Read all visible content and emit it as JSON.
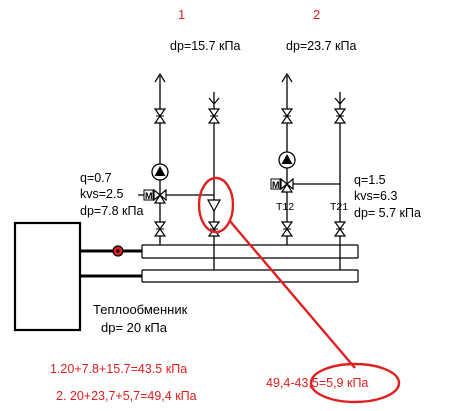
{
  "colors": {
    "line": "#000000",
    "accent": "#e02020",
    "background": "#ffffff"
  },
  "circuits": [
    {
      "number": "1",
      "dp": "dp=15.7 кПа"
    },
    {
      "number": "2",
      "dp": "dp=23.7 кПа"
    }
  ],
  "valves": [
    {
      "q": "q=0.7",
      "kvs": "kvs=2.5",
      "dp": "dp=7.8 кПа"
    },
    {
      "q": "q=1.5",
      "kvs": "kvs=6.3",
      "dp": "dp= 5.7 кПа"
    }
  ],
  "tags": {
    "t12": "T12",
    "t21": "T21"
  },
  "valve_marks": [
    "M",
    "M"
  ],
  "exchanger": {
    "name": "Теплообменник",
    "dp": "dp= 20 кПа"
  },
  "calculations": [
    "1.20+7.8+15.7=43.5 кПа",
    "2. 20+23,7+5,7=49,4 кПа"
  ],
  "difference": "49,4-43,5=5,9 кПа"
}
